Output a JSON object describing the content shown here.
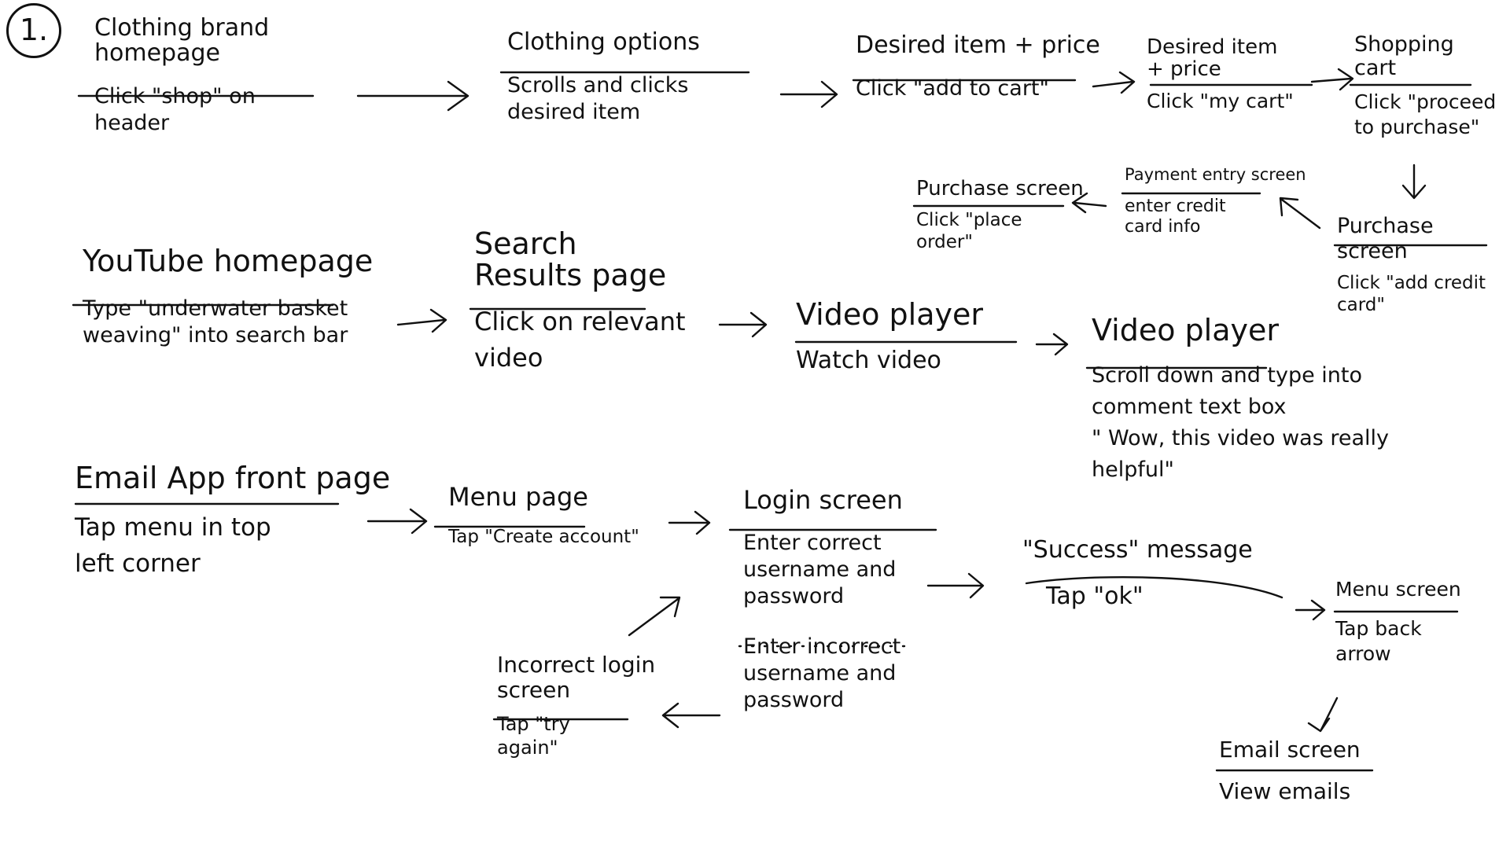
{
  "flow_number": "1.",
  "flows": {
    "shopping": {
      "brand_home": {
        "title": "Clothing brand\nhomepage",
        "action": "Click \"shop\" on\nheader"
      },
      "options": {
        "title": "Clothing options",
        "action": "Scrolls and clicks\ndesired item"
      },
      "item_price": {
        "title": "Desired item + price",
        "action": "Click \"add to cart\""
      },
      "item_price_2": {
        "title": "Desired item\n+ price",
        "action": "Click \"my cart\""
      },
      "cart": {
        "title": "Shopping\ncart",
        "action": "Click \"proceed\nto purchase\""
      },
      "purchase_1": {
        "title": "Purchase screen",
        "action": "Click \"add credit\ncard\""
      },
      "payment": {
        "title": "Payment entry screen",
        "action": "enter credit\ncard info"
      },
      "purchase_2": {
        "title": "Purchase screen",
        "action": "Click \"place\norder\""
      }
    },
    "youtube": {
      "home": {
        "title": "YouTube homepage",
        "action": "Type \"underwater basket\nweaving\" into search bar"
      },
      "results": {
        "title": "Search\nResults page",
        "action": "Click on relevant\nvideo"
      },
      "player_1": {
        "title": "Video player",
        "action": "Watch video"
      },
      "player_2": {
        "title": "Video player",
        "action": "Scroll down and type into\ncomment text box\n\" Wow, this video was really\nhelpful\""
      }
    },
    "email": {
      "front": {
        "title": "Email App front page",
        "action": "Tap menu in top\nleft corner"
      },
      "menu": {
        "title": "Menu page",
        "action": "Tap \"Create account\""
      },
      "login": {
        "title": "Login screen",
        "action": "Enter correct\nusername and\npassword",
        "alt_action": "Enter incorrect\nusername and\npassword"
      },
      "incorrect": {
        "title": "Incorrect login\nscreen",
        "action": "Tap \"try\nagain\""
      },
      "success": {
        "title": "\"Success\" message",
        "action": "Tap \"ok\""
      },
      "menu_screen": {
        "title": "Menu screen",
        "action": "Tap back\narrow"
      },
      "email_screen": {
        "title": "Email screen",
        "action": "View emails"
      }
    }
  }
}
